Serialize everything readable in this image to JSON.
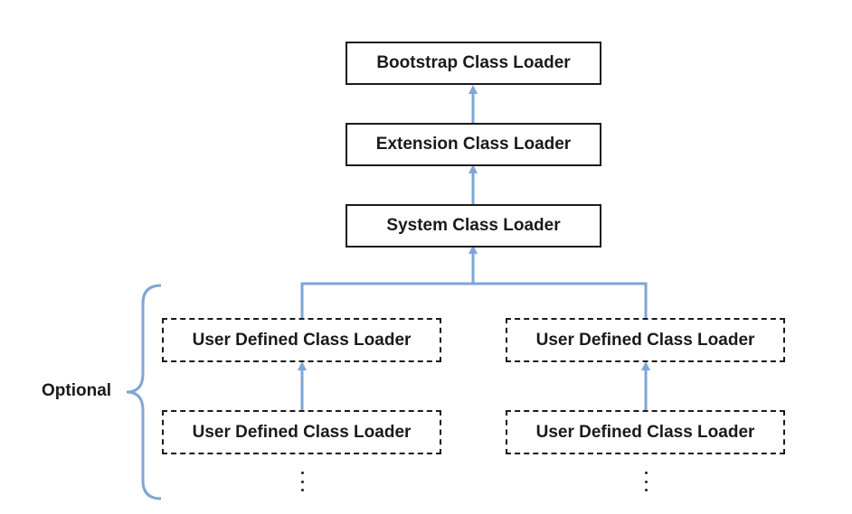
{
  "nodes": {
    "bootstrap": "Bootstrap Class Loader",
    "extension": "Extension Class Loader",
    "system": "System Class Loader",
    "user_left_top": "User Defined Class Loader",
    "user_right_top": "User Defined Class Loader",
    "user_left_bottom": "User Defined Class Loader",
    "user_right_bottom": "User Defined Class Loader"
  },
  "optional_label": "Optional",
  "colors": {
    "connector": "#7ea6d6",
    "border": "#1a1a1a",
    "text": "#1a1a1a"
  }
}
